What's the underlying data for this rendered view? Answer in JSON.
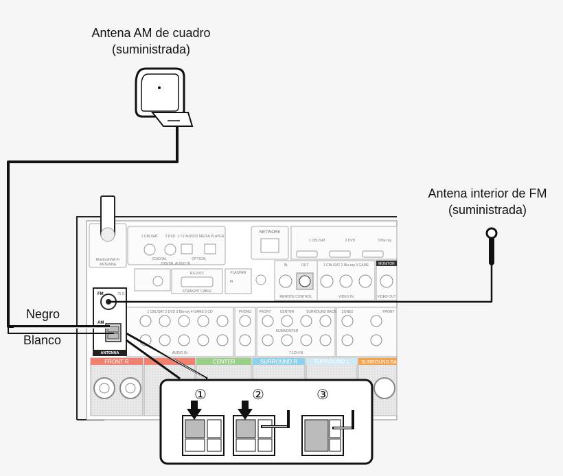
{
  "labels": {
    "am_antenna_line1": "Antena AM de cuadro",
    "am_antenna_line2": "(suministrada)",
    "fm_antenna_line1": "Antena interior de FM",
    "fm_antenna_line2": "(suministrada)",
    "negro": "Negro",
    "blanco": "Blanco"
  },
  "panel": {
    "bluetooth_label": "Bluetooth/Wi-Fi",
    "antenna_label": "ANTENNA",
    "digital_audio_in": "DIGITAL AUDIO IN",
    "coaxial": "COAXIAL",
    "optical": "OPTICAL",
    "dig_inputs": [
      "1 CBL/SAT",
      "2 DVD",
      "1 TV AUDIO",
      "2 MEDIA PLAYER"
    ],
    "network": "NETWORK",
    "hdmi_inputs": [
      "1 CBL/SAT",
      "2 DVD",
      "3 Blu-ray"
    ],
    "rs232c": "RS-232C",
    "straight_cable": "STRAIGHT CABLE",
    "flasher": "FLASHER",
    "flasher_in": "IN",
    "remote_in": "IN",
    "remote_out": "OUT",
    "remote_control": "REMOTE CONTROL",
    "video_inputs": "1 CBL/SAT  2 Blu-ray  3 GAME",
    "video_in": "VIDEO IN",
    "monitor": "MONITOR",
    "video_out": "VIDEO OUT",
    "fm_label": "FM",
    "fm_ohm": "75 Ω",
    "am_label": "AM",
    "antenna_block": "ANTENNA",
    "audio_inputs": "1 CBL/SAT  2 DVD  3 Blu-ray  4 GAME  5 CD",
    "audio_in": "AUDIO IN",
    "phono": "PHONO",
    "front": "FRONT",
    "center": "CENTER",
    "surround_back_label": "SURROUND BACK",
    "subwoofer": "SUBWOOFER",
    "zone2": "ZONE2",
    "ch71_in": "7.1CH IN",
    "spk_front_r": "FRONT R",
    "spk_center": "CENTER",
    "spk_surround_r": "SURROUND R",
    "spk_surround_l": "SURROUND L",
    "spk_surround_back": "SURROUND BA"
  },
  "steps": [
    "①",
    "②",
    "③"
  ],
  "colors": {
    "front": "#f08070",
    "center": "#9ad08a",
    "surround": "#8fd0ea",
    "surround_back": "#f4a24c",
    "line": "#111111",
    "panel": "#ffffff"
  }
}
